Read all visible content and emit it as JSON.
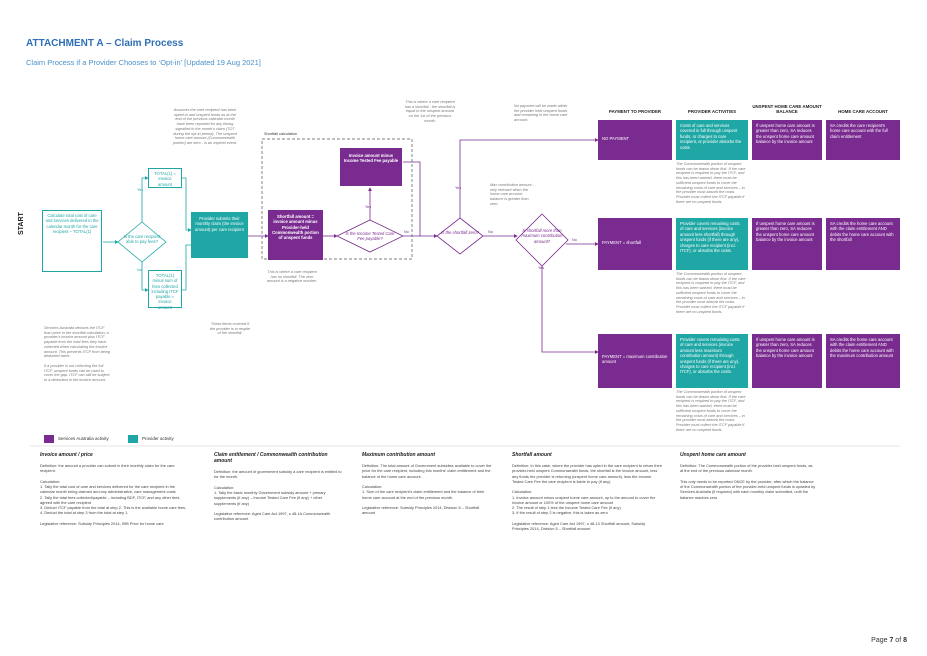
{
  "page": {
    "title": "ATTACHMENT A – Claim Process",
    "subtitle": "Claim Process if a Provider Chooses to ‘Opt-in’ [Updated 19 Aug 2021]",
    "start_label": "START",
    "footer": {
      "prefix": "Page ",
      "current": "7",
      "middle": " of ",
      "total": "8"
    }
  },
  "flow": {
    "start_box": "Calculate total cost of care and services delivered in the calendar month for the care recipient – TOTAL(1)",
    "decision_paid": "Is the care recipient able to pay fees?",
    "yes": "Yes",
    "no": "No",
    "total_eq_invoice": "TOTAL(1) = Invoice amount",
    "total_minus_fees": "TOTAL(1) minus sum of fees collected including ITCF payable = Invoice amount",
    "provider_submits": "Provider submits their monthly claim (the invoice amount) per care recipient",
    "shortfall_box": "Shortfall amount = invoice amount minus Provider-held Commonwealth portion of unspent funds",
    "shortfall_calc_label": "Shortfall calculation",
    "income_tested_question": "Is the Income Tested Care Fee payable?",
    "invoice_minus_itcf": "Invoice amount minus Income Tested Fee payable",
    "is_shortfall_zero": "Is the shortfall zero?",
    "is_shortfall_more": "Is shortfall more than maximum contribution amount?",
    "note_top_left": "Assumes the care recipient has been opted-in and unspent funds as at the end of the previous calendar month have been reported for any timing signalled in the month's claim (TOT during the opt-in period). The unspent home care amount (Commonwealth portion) are zero - is an expired event.",
    "note_top_mid": "This is where a care recipient has a shortfall - the shortfall is equal to the unspent amount on the 1st of the previous month.",
    "note_top_right": "No payment will be made within the provider held unspent funds and remaining in the home care account.",
    "note_mid": "Max contribution amount - only relevant when the home care account balance is greater than zero.",
    "note_bottom_left": "Services Australia deducts the ITCF from price in the shortfall calculation; a provider's invoice amount plus ITCF payable from the total fees they have collected when calculating the invoice amount. This prevents ITCF from being deducted twice.\n\nIf a provider is not collecting the full ITCF, unspent funds can be used to cover the gap. ITCF can still be subject to a deduction in the invoice amount.",
    "note_bottom_mid": "This is where a care recipient has no shortfall. The zero amount is a negative number.",
    "note_bottom_teal": "These items covered if the provider is in respite of the shortfall."
  },
  "table": {
    "headers": [
      "PAYMENT TO PROVIDER",
      "PROVIDER ACTIVITIES",
      "UNSPENT HOME CARE AMOUNT BALANCE",
      "HOME CARE ACCOUNT"
    ],
    "rows": [
      {
        "payment": "NO PAYMENT",
        "activities": "Costs of care and services covered in full through unspent funds, or charges to care recipient, or provider absorbs the costs",
        "balance": "If unspent home care amount is greater than zero, SA reduces the unspent home care amount balance by the invoice amount",
        "account": "SA credits the care recipient's home care account with the full claim entitlement",
        "note": "The Commonwealth portion of unspent funds can be drawn down first. If the care recipient is required to pay the ITCF, and this has been waived, there must be sufficient unspent funds to cover the remaining costs of care and services – in the provider must absorb the costs. Provider must collect the ITCF payable if there are no unspent funds."
      },
      {
        "payment": "PAYMENT = shortfall",
        "activities": "Provider covers remaining costs of care and services (invoice amount less shortfall) through unspent funds (if there are any), charges to care recipient (incl. ITCF), or absorbs the costs.",
        "balance": "If unspent home care amount is greater than zero, SA reduces the unspent home care amount balance by the invoice amount",
        "account": "SA credits the home care account with the claim entitlement AND debits the home care account with the shortfall",
        "note": "The Commonwealth portion of unspent funds can be drawn down first. If the care recipient is required to pay the ITCF, and this has been waived, there must be sufficient unspent funds to cover the remaining costs of care and services – in the provider must absorb the costs. Provider must collect the ITCF payable if there are no unspent funds."
      },
      {
        "payment": "PAYMENT = maximum contribution amount",
        "activities": "Provider covers remaining costs of care and services (invoice amount less maximum contribution amount) through unspent funds (if there are any), charges to care recipient (incl. ITCF), or absorbs the costs.",
        "balance": "If unspent home care amount is greater than zero, SA reduces the unspent home care amount balance by the invoice amount",
        "account": "SA credits the home care account with the claim entitlement AND debits the home care account with the maximum contribution amount",
        "note": "The Commonwealth portion of unspent funds can be drawn down first. If the care recipient is required to pay the ITCF, and this has been waived, there must be sufficient unspent funds to cover the remaining costs of care and services – in the provider must absorb the costs. Provider must collect the ITCF payable if there are no unspent funds."
      }
    ]
  },
  "legend": [
    {
      "label": "Services Australia activity",
      "color": "#7a2b8f"
    },
    {
      "label": "Provider activity",
      "color": "#1fa7a5"
    }
  ],
  "definitions": [
    {
      "title": "Invoice amount / price",
      "body": "Definition: the amount a provider can submit in their monthly claim for the care recipient.\n\nCalculation:\n1. Tally the total cost of care and services delivered for the care recipient in the calendar month being claimed and any administrative, care management costs\n2. Tally the total fees collected/payable – including BDF, ITCF, and any other fees agreed with the care recipient\n3. Deduct ITCF payable from the total at step 2. This is the available home care fees.\n4. Deduct the total at step 3 from the total at step 1.\n\nLegislative reference: Subsidy Principles 2014, 99B Price for home care"
    },
    {
      "title": "Claim entitlement / Commonwealth contribution amount",
      "body": "Definition: the amount of government subsidy a care recipient is entitled to for the month.\n\nCalculation:\n1. Tally the basic monthly Government subsidy amount + primary supplements (if any) – Income Tested Care Fee (if any) + other supplements (if any)\n\nLegislative reference: Aged Care Act 1997, s 48-1A Commonwealth contribution amount"
    },
    {
      "title": "Maximum contribution amount",
      "body": "Definition: The total amount of Government subsidies available to cover the price for the care recipient, including this months' claim entitlement and the balance of the home care account.\n\nCalculation:\n1. Sum of the care recipient's claim entitlement and the balance of their home care account at the end of the previous month.\n\nLegislative reference: Subsidy Principles 2014, Division 5 – Shortfall amount"
    },
    {
      "title": "Shortfall amount",
      "body": "Definition: In this case, where the provider has opted in the care recipient to return their provider-held unspent Commonwealth funds, the shortfall is the invoice amount, less any funds the provider is returning (unspent home care amount), less the Income Tested Care Fee the care recipient is liable to pay (if any)\n\nCalculation:\n1. Invoice amount minus unspent home care amount, up to the amount to cover the invoice amount or 100% of the unspent home care amount\n2. The result of step 1 less the Income Tested Care Fee (if any)\n3. If the result of step 2 is negative, this is taken as zero\n\nLegislative reference: Aged Care Act 1997, s 48-13 Shortfall amount, Subsidy Principles 2014, Division 5 – Shortfall amount"
    },
    {
      "title": "Unspent home care amount",
      "body": "Definition: The Commonwealth portion of the provider-held unspent funds, as at the end of the previous calendar month.\n\nThis only needs to be reported ONCE by the provider, after which the balance of the Commonwealth portion of the provider-held unspent funds is updated by Services Australia (if required) with each monthly claim submitted, until the balance reaches zero."
    }
  ],
  "colors": {
    "teal": "#1fa7a5",
    "purple": "#7a2b8f",
    "title_blue": "#2e6fb6"
  }
}
